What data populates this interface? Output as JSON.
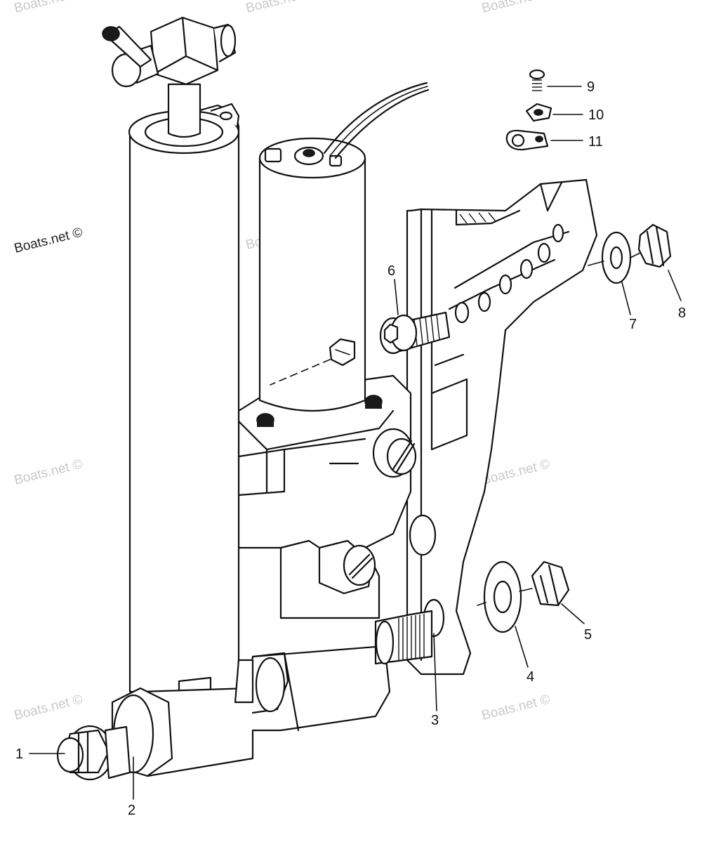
{
  "callouts": [
    {
      "id": "1",
      "label": "1"
    },
    {
      "id": "2",
      "label": "2"
    },
    {
      "id": "3",
      "label": "3"
    },
    {
      "id": "4",
      "label": "4"
    },
    {
      "id": "5",
      "label": "5"
    },
    {
      "id": "6",
      "label": "6"
    },
    {
      "id": "7",
      "label": "7"
    },
    {
      "id": "8",
      "label": "8"
    },
    {
      "id": "9",
      "label": "9"
    },
    {
      "id": "10",
      "label": "10"
    },
    {
      "id": "11",
      "label": "11"
    }
  ],
  "watermark": {
    "text": "Boats.net ©"
  },
  "colors": {
    "ink": "#111111",
    "watermark": "#c9c9c9",
    "background": "#ffffff"
  }
}
